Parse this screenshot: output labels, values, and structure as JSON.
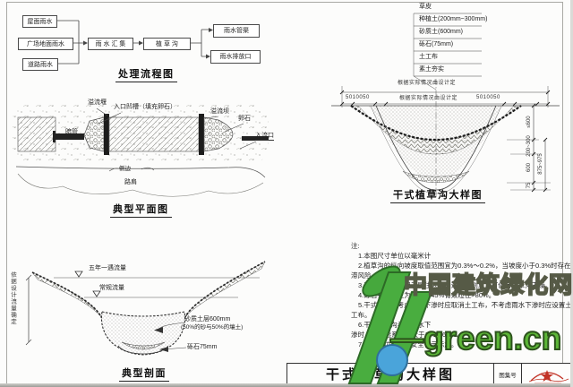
{
  "sheet": {
    "flowchart": {
      "title": "处理流程图",
      "sources": [
        "屋面雨水",
        "广场地面雨水",
        "道路雨水"
      ],
      "collect": "雨 水 汇 集",
      "swale": "植 草 沟",
      "outputs": [
        "雨水管渠",
        "雨水排放口"
      ]
    },
    "plan": {
      "title": "典型平面图",
      "overflow_weir": "溢流堰",
      "inlet_groove": "入口凹槽（填充卵石）",
      "overflow_dam": "溢流坝",
      "cobble": "卵石",
      "culvert": "暗管",
      "inflow": "入流口",
      "side_edge": "侧边",
      "road_shoulder": "路肩"
    },
    "section": {
      "title": "典型剖面",
      "five_year_flow": "五年一遇流量",
      "normal_flow": "常规流量",
      "sandy_layer_1": "砂质土层600mm",
      "sandy_layer_2": "(50%的砂与50%的壤土)",
      "gravel": "砾石75mm",
      "depth_dim": "依据设计流量确定"
    },
    "detail": {
      "title": "干式植草沟大样图",
      "layers": [
        "草皮",
        "种植土(200mm~300mm)",
        "砂质土(600mm)",
        "砾石(75mm)",
        "土工布",
        "素土夯实"
      ],
      "dim_note_top": "根据实际情况由设计定",
      "dim_note_mid": "根据实际情况由设计定",
      "dim_chain_left": "5010050",
      "dim_chain_right": "5010050",
      "vdim_ponding": "≤600",
      "vdim_planting": "200~300",
      "vdim_sandy": "600",
      "vdim_gravel": "75",
      "vdim_total": "875~975"
    },
    "notes": {
      "heading": "注:",
      "lines": [
        "1.本图尺寸单位以毫米计",
        "2.植草沟的纵向坡度取值范围宜为0.3%～0.2%，当坡度小于0.3%时存在淤",
        "滞风险。",
        "3.干式植草沟适用于居住区，通过定期割草，可保持植草沟干燥。",
        "4.砾石孔隙率应为35%～45%有效粒径>80%。",
        "5.干式植草沟考虑雨水下渗时应取消土工布，不考虑雨水下渗时应设置土",
        "工布。",
        "6.干式植草沟考虑雨水下",
        "渗时，其渗透系数应大于1×10-6m/s。",
        "7.植草沟边应设置安全警示标志。"
      ]
    },
    "titleblock": {
      "drawing_title": "干式植草沟大样图",
      "atlas_no_label": "图集号"
    },
    "watermark": {
      "line1": "中国建筑绿化网",
      "line2": "—green.cn"
    }
  }
}
